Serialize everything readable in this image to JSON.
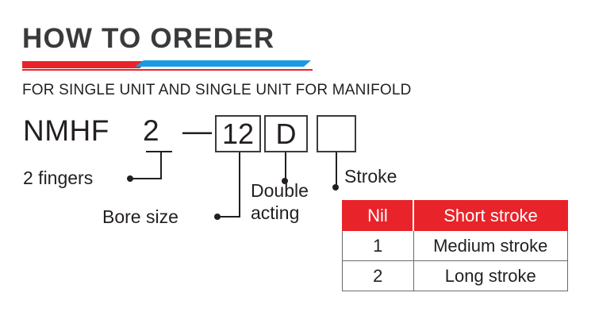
{
  "heading": {
    "title": "HOW TO OREDER",
    "accent_red": "#e8232a",
    "accent_blue": "#1a9ae4"
  },
  "subtitle": "FOR SINGLE UNIT AND SINGLE UNIT FOR MANIFOLD",
  "model_code": {
    "prefix": "NMHF",
    "series": "2",
    "separator": "—",
    "bore_size": "12",
    "acting": "D",
    "stroke": ""
  },
  "callouts": {
    "fingers": "2 fingers",
    "bore_size": "Bore size",
    "acting_line1": "Double",
    "acting_line2": "acting",
    "stroke": "Stroke"
  },
  "stroke_table": {
    "header": {
      "code": "Nil",
      "description": "Short stroke"
    },
    "rows": [
      {
        "code": "1",
        "description": "Medium stroke"
      },
      {
        "code": "2",
        "description": "Long stroke"
      }
    ]
  }
}
